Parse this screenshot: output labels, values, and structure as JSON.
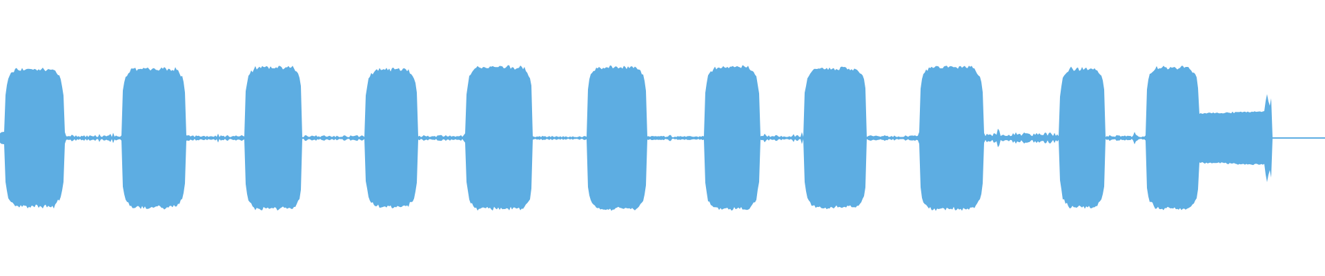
{
  "waveform": {
    "color": "#5dade2",
    "background": "#ffffff",
    "segments": [
      {
        "type": "noise",
        "start": 0.0,
        "end": 0.004,
        "amp": 0.1
      },
      {
        "type": "burst",
        "start": 0.004,
        "end": 0.048,
        "amp": 0.97
      },
      {
        "type": "noise",
        "start": 0.048,
        "end": 0.092,
        "amp": 0.04
      },
      {
        "type": "burst",
        "start": 0.092,
        "end": 0.14,
        "amp": 0.98
      },
      {
        "type": "noise",
        "start": 0.14,
        "end": 0.185,
        "amp": 0.04
      },
      {
        "type": "burst",
        "start": 0.185,
        "end": 0.228,
        "amp": 1.0
      },
      {
        "type": "noise",
        "start": 0.228,
        "end": 0.276,
        "amp": 0.04
      },
      {
        "type": "burst",
        "start": 0.276,
        "end": 0.315,
        "amp": 0.97
      },
      {
        "type": "noise",
        "start": 0.315,
        "end": 0.352,
        "amp": 0.04
      },
      {
        "type": "burst",
        "start": 0.352,
        "end": 0.402,
        "amp": 1.0
      },
      {
        "type": "noise",
        "start": 0.402,
        "end": 0.443,
        "amp": 0.03
      },
      {
        "type": "burst",
        "start": 0.443,
        "end": 0.488,
        "amp": 1.0
      },
      {
        "type": "noise",
        "start": 0.488,
        "end": 0.532,
        "amp": 0.03
      },
      {
        "type": "burst",
        "start": 0.532,
        "end": 0.573,
        "amp": 1.0
      },
      {
        "type": "noise",
        "start": 0.573,
        "end": 0.607,
        "amp": 0.04
      },
      {
        "type": "burst",
        "start": 0.607,
        "end": 0.654,
        "amp": 0.98
      },
      {
        "type": "noise",
        "start": 0.654,
        "end": 0.694,
        "amp": 0.04
      },
      {
        "type": "burst",
        "start": 0.694,
        "end": 0.742,
        "amp": 1.0
      },
      {
        "type": "noise",
        "start": 0.742,
        "end": 0.8,
        "amp": 0.08
      },
      {
        "type": "burst",
        "start": 0.8,
        "end": 0.834,
        "amp": 0.98
      },
      {
        "type": "noise",
        "start": 0.834,
        "end": 0.865,
        "amp": 0.04
      },
      {
        "type": "burst",
        "start": 0.865,
        "end": 0.905,
        "amp": 1.0
      },
      {
        "type": "tail",
        "start": 0.905,
        "end": 0.955,
        "amp": 0.38
      },
      {
        "type": "spike",
        "start": 0.955,
        "end": 0.96,
        "amp": 0.65
      }
    ]
  }
}
